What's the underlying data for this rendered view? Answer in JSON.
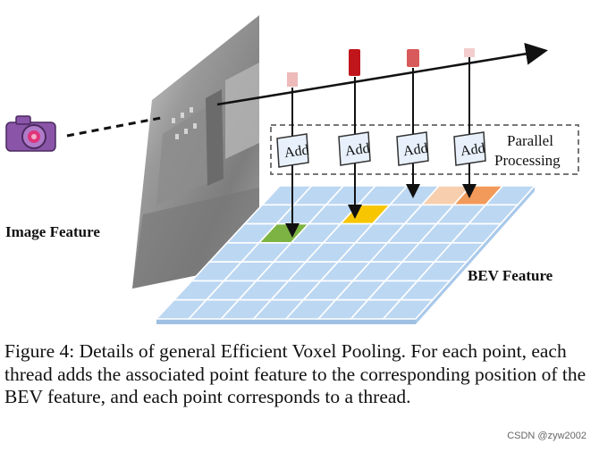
{
  "figure": {
    "image_feature_label": "Image Feature",
    "bev_feature_label": "BEV Feature",
    "add_labels": [
      "Add",
      "Add",
      "Add",
      "Add"
    ],
    "parallel_label_line1": "Parallel",
    "parallel_label_line2": "Processing",
    "colors": {
      "bev_cell": "#bcd7f2",
      "bev_border": "#ffffff",
      "green_cell": "#7cb342",
      "yellow_cell": "#f7c600",
      "peach_cell": "#f7cfae",
      "orange_cell": "#f19a5a",
      "point_dark": "#c0161b",
      "point_mid": "#d85a5a",
      "point_light": "#eebaba",
      "camera": "#8a55a8",
      "add_box": "#e8f1fb"
    },
    "icons": [
      "camera-icon",
      "arrow-icon"
    ]
  },
  "caption": {
    "text": "Figure 4: Details of general Efficient Voxel Pooling. For each point, each thread adds the associated point feature to the corresponding position of the BEV feature, and each point corresponds to a thread."
  },
  "watermark": "CSDN @zyw2002"
}
